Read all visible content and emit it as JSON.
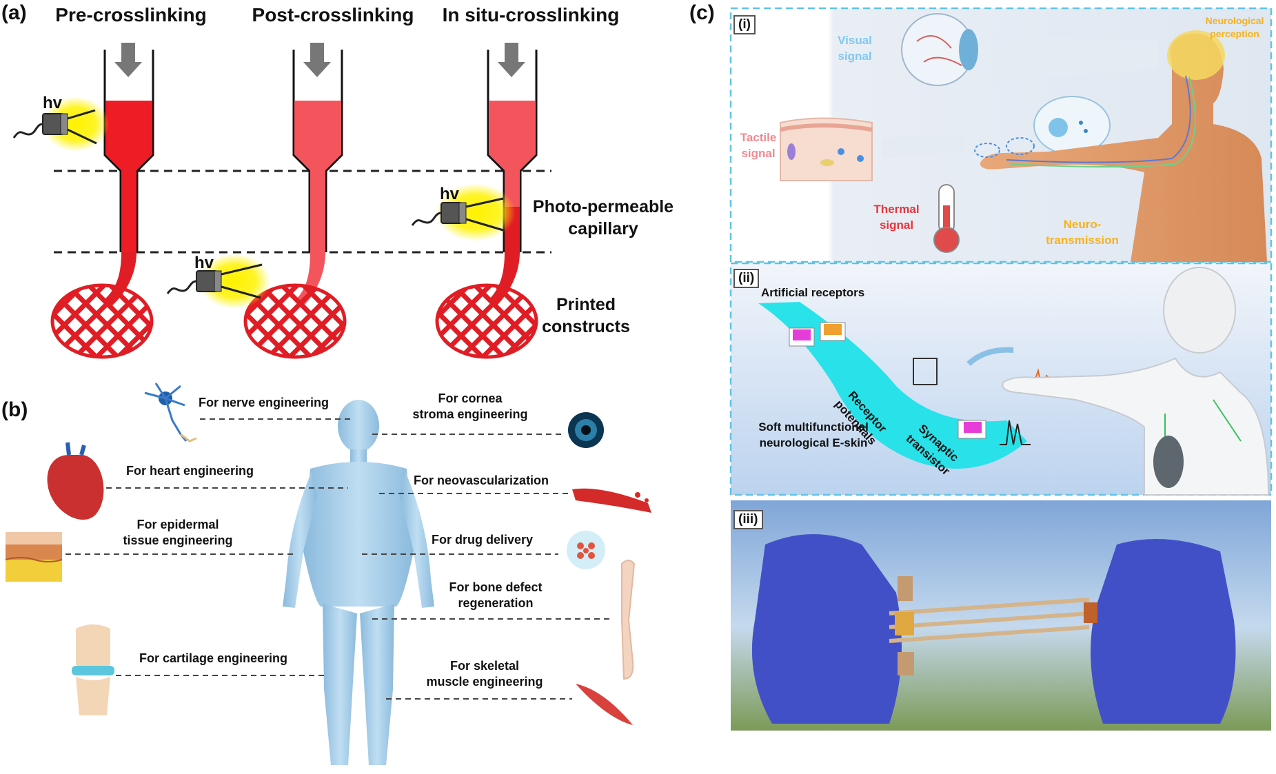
{
  "panel_a": {
    "letter": "(a)",
    "headers": [
      "Pre-crosslinking",
      "Post-crosslinking",
      "In situ-crosslinking"
    ],
    "hv": "hv",
    "capillary_label": [
      "Photo-permeable",
      "capillary"
    ],
    "constructs_label": [
      "Printed",
      "constructs"
    ]
  },
  "panel_b": {
    "letter": "(b)",
    "labels": {
      "nerve": "For nerve engineering",
      "cornea": [
        "For cornea",
        "stroma engineering"
      ],
      "heart": "For heart engineering",
      "neovasc": "For neovascularization",
      "epidermal": [
        "For epidermal",
        "tissue engineering"
      ],
      "drug": "For drug delivery",
      "bone": [
        "For bone defect",
        "regeneration"
      ],
      "cartilage": "For cartilage engineering",
      "skeletal": [
        "For skeletal",
        "muscle engineering"
      ]
    }
  },
  "panel_c": {
    "letter": "(c)",
    "sub_i": "(i)",
    "sub_ii": "(ii)",
    "sub_iii": "(iii)",
    "visual": [
      "Visual",
      "signal"
    ],
    "neuro_perception": [
      "Neurological",
      "perception"
    ],
    "tactile": [
      "Tactile",
      "signal"
    ],
    "thermal": [
      "Thermal",
      "signal"
    ],
    "neurotransmission": [
      "Neuro-",
      "transmission"
    ],
    "artificial_receptors": "Artificial receptors",
    "receptor_potentials": [
      "Receptor",
      "potentials"
    ],
    "synaptic_transistor": [
      "Synaptic",
      "transistor"
    ],
    "eskin": [
      "Soft multifunctional",
      "neurological E-skin"
    ]
  },
  "colors": {
    "ink_red": "#ee1c25",
    "ink_light": "#f4555c",
    "glow": "#fff200",
    "dash_blue": "#5ec4e6",
    "visual_blue": "#7fc8ee",
    "tactile_pink": "#f08a8f",
    "thermal_red": "#e8343c",
    "neuro_orange": "#f5b21c"
  }
}
